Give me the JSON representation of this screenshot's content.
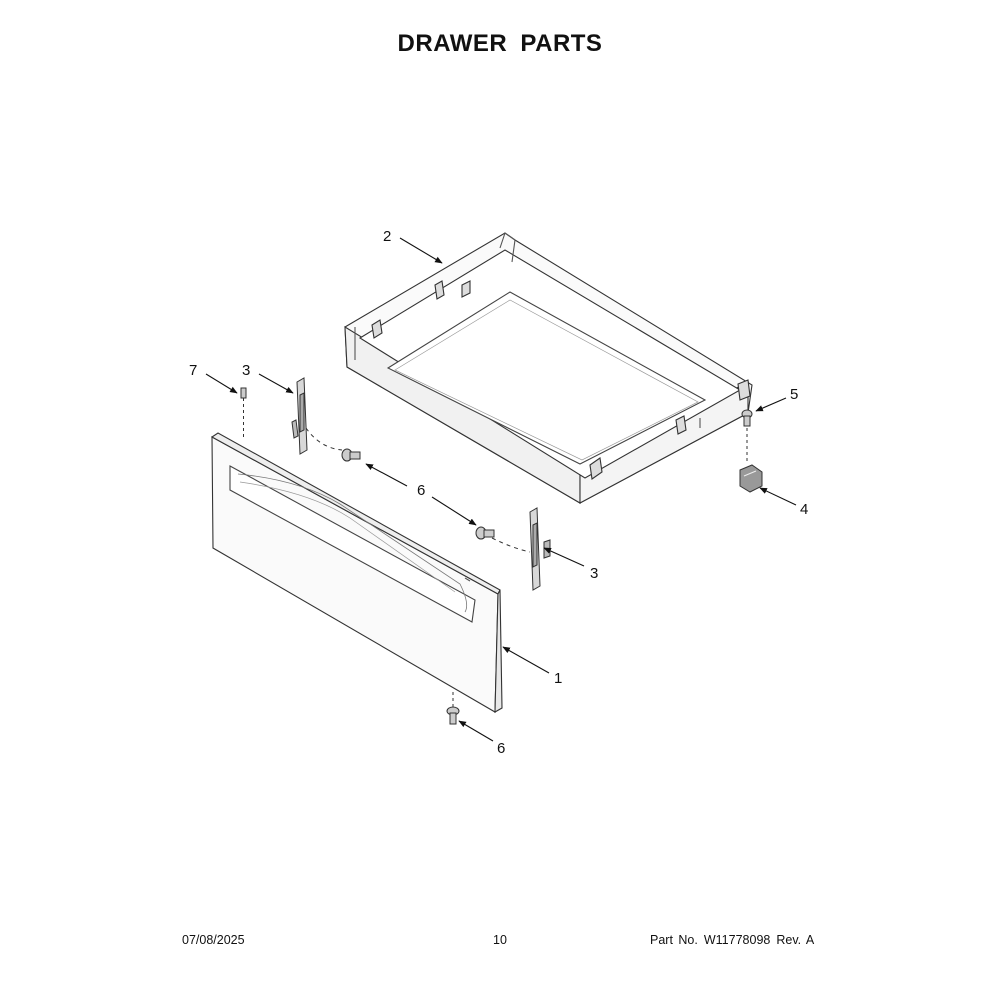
{
  "title": "DRAWER PARTS",
  "callouts": [
    {
      "id": "c2",
      "label": "2"
    },
    {
      "id": "c7",
      "label": "7"
    },
    {
      "id": "c3a",
      "label": "3"
    },
    {
      "id": "c5",
      "label": "5"
    },
    {
      "id": "c6a",
      "label": "6"
    },
    {
      "id": "c4",
      "label": "4"
    },
    {
      "id": "c3b",
      "label": "3"
    },
    {
      "id": "c1",
      "label": "1"
    },
    {
      "id": "c6b",
      "label": "6"
    }
  ],
  "footer": {
    "date": "07/08/2025",
    "page": "10",
    "part_label": "Part No.",
    "part_number": "W11778098",
    "revision": "Rev. A"
  }
}
